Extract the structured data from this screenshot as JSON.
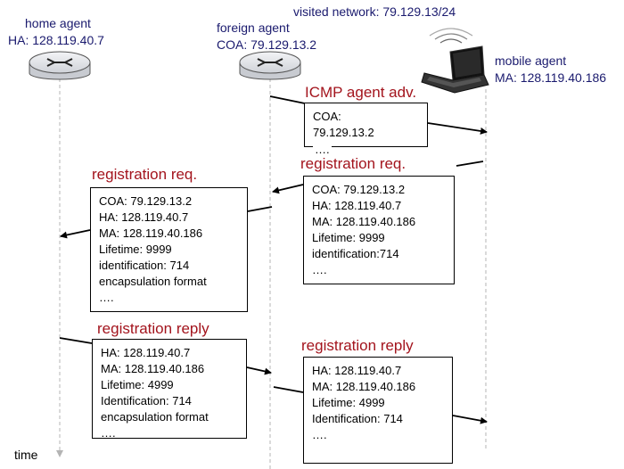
{
  "network": {
    "visited_label": "visited network: 79.129.13/24"
  },
  "agents": {
    "home": {
      "name": "home agent",
      "addr": "HA: 128.119.40.7"
    },
    "foreign": {
      "name": "foreign agent",
      "addr": "COA: 79.129.13.2"
    },
    "mobile": {
      "name": "mobile agent",
      "addr": "MA: 128.119.40.186"
    }
  },
  "time_label": "time",
  "messages": {
    "icmp_adv": {
      "title": "ICMP agent adv.",
      "lines": [
        "COA:",
        "79.129.13.2",
        "…."
      ]
    },
    "reg_req_foreign": {
      "title": "registration req.",
      "lines": [
        "COA: 79.129.13.2",
        "HA: 128.119.40.7",
        "MA: 128.119.40.186",
        "Lifetime: 9999",
        "identification:714",
        "…."
      ]
    },
    "reg_req_home": {
      "title": "registration req.",
      "lines": [
        "COA: 79.129.13.2",
        "HA: 128.119.40.7",
        "MA: 128.119.40.186",
        "Lifetime: 9999",
        "identification: 714",
        "encapsulation format",
        "…."
      ]
    },
    "reg_reply_home": {
      "title": "registration reply",
      "lines": [
        "HA: 128.119.40.7",
        "MA: 128.119.40.186",
        "Lifetime: 4999",
        "Identification: 714",
        "encapsulation format",
        "…."
      ]
    },
    "reg_reply_foreign": {
      "title": "registration reply",
      "lines": [
        "HA: 128.119.40.7",
        "MA: 128.119.40.186",
        "Lifetime: 4999",
        "Identification: 714",
        "…."
      ]
    }
  },
  "colors": {
    "agent_text": "#1a1a6e",
    "message_title": "#a3141d",
    "router_fill": "#e4e6ea",
    "timeline": "#b4b4b4"
  }
}
